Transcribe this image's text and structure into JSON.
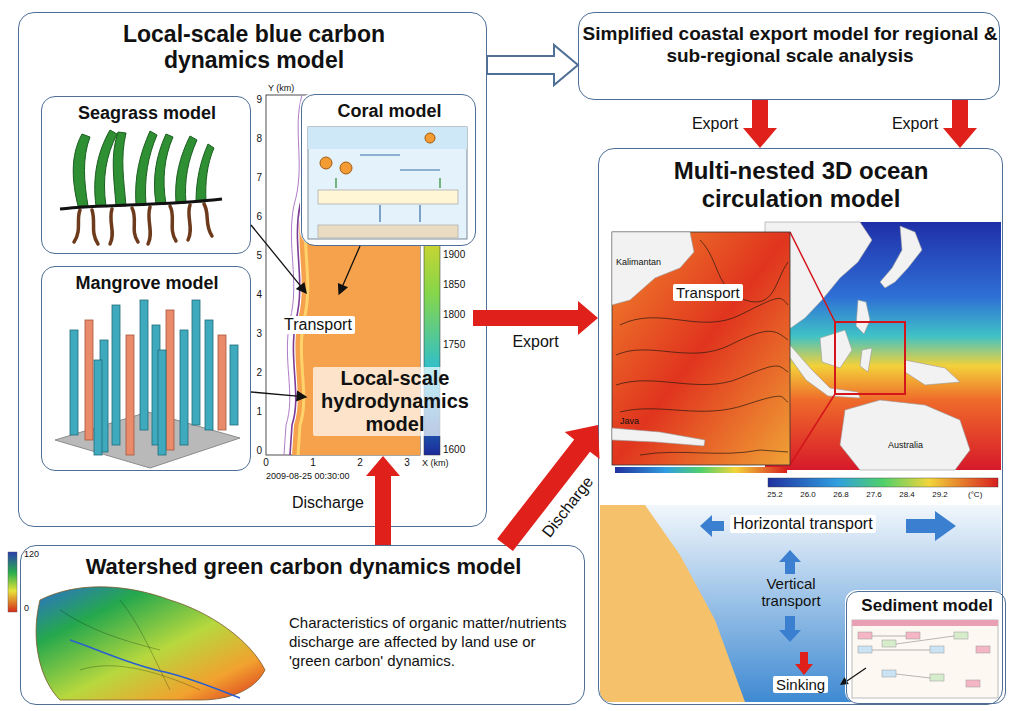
{
  "diagram": {
    "nodes": [
      {
        "text": [
          "Local-scale blue carbon dynamics model"
        ]
      },
      {
        "text": [
          "Seagrass model"
        ],
        "in": 0
      },
      {
        "text": [
          "Coral model"
        ],
        "in": 0
      },
      {
        "text": [
          "Mangrove model"
        ],
        "in": 0
      },
      {
        "text": [
          "Transport",
          "Local-scale hydrodynamics model"
        ],
        "in": 0
      },
      {
        "text": [
          "Simplified coastal export model for regional & sub-regional scale analysis"
        ]
      },
      {
        "text": [
          "Multi-nested 3D ocean circulation model"
        ]
      },
      {
        "text": [
          "Sediment model"
        ],
        "in": 6
      },
      {
        "text": [
          "Watershed green carbon dynamics model",
          "Characteristics of organic matter/nutrients discharge are affected by land use or 'green carbon' dynamics."
        ]
      }
    ],
    "edges": [
      {
        "from": 0,
        "to": 5,
        "arrow": "to"
      },
      {
        "from": 1,
        "to": 4,
        "arrow": "to"
      },
      {
        "from": 2,
        "to": 4,
        "arrow": "to"
      },
      {
        "from": 3,
        "to": 4,
        "arrow": "to"
      },
      {
        "from": 4,
        "to": 6,
        "arrow": "to",
        "label": "Export"
      },
      {
        "from": 5,
        "to": 6,
        "arrow": "to",
        "label": "Export"
      },
      {
        "from": 5,
        "to": 6,
        "arrow": "to",
        "label": "Export"
      },
      {
        "from": 8,
        "to": 4,
        "arrow": "to",
        "label": "Discharge"
      },
      {
        "from": 8,
        "to": 6,
        "arrow": "to",
        "label": "Discharge"
      }
    ],
    "labels": [
      "Y (km)",
      "9",
      "8",
      "7",
      "6",
      "5",
      "4",
      "3",
      "2",
      "1",
      "0",
      "0",
      "1",
      "2",
      "3",
      "X (km)",
      "2009-08-25 00:30:00",
      "1900",
      "1850",
      "1800",
      "1750",
      "1600",
      "120",
      "0",
      "Transport",
      "Kalimantan",
      "Java",
      "Australia",
      "25.2",
      "26.0",
      "26.8",
      "27.6",
      "28.4",
      "29.2",
      "(°C)",
      "Horizontal transport",
      "Vertical transport",
      "Sinking"
    ]
  }
}
